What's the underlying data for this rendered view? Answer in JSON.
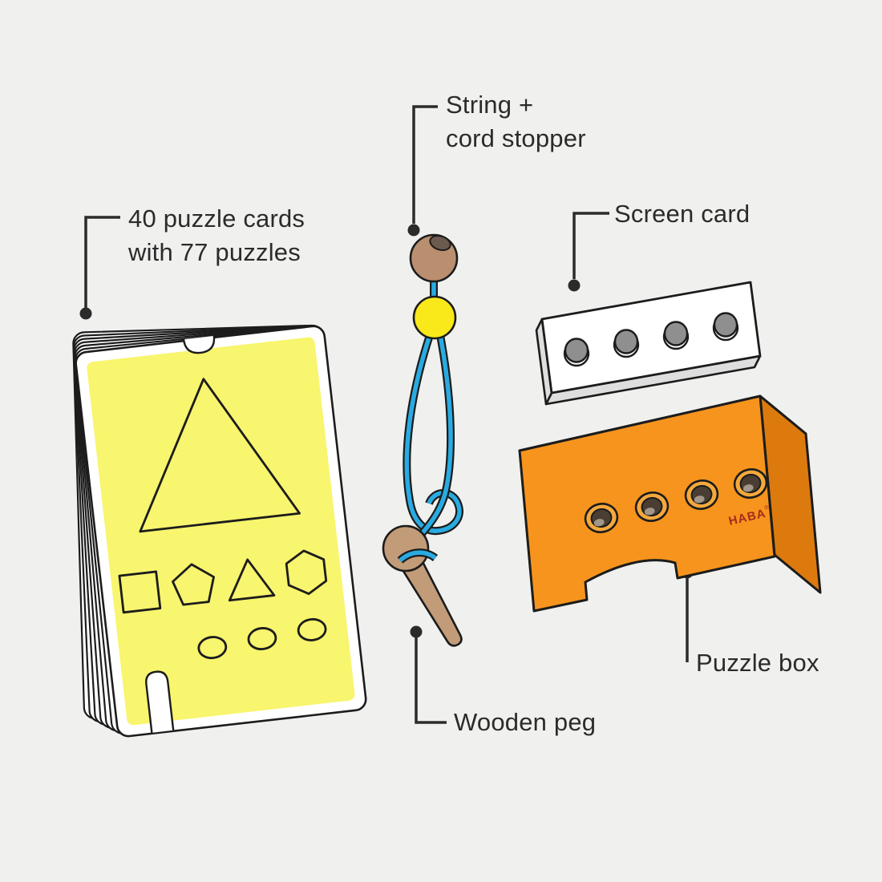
{
  "background": "#F0F0EE",
  "labels": {
    "puzzle_cards": {
      "line1": "40 puzzle cards",
      "line2": "with 77 puzzles"
    },
    "string_stopper": {
      "line1": "String +",
      "line2": "cord stopper"
    },
    "screen_card": "Screen card",
    "wooden_peg": "Wooden peg",
    "puzzle_box": "Puzzle box"
  },
  "brand": {
    "logo": "HABA",
    "registered": "®"
  },
  "colors": {
    "outline": "#1C1C1C",
    "label_text": "#2B2B2B",
    "card_yellow": "#F8F56E",
    "string_blue": "#29ABE2",
    "stopper_yellow": "#F9E81A",
    "bead_brown": "#B98F6F",
    "peg_tan": "#C29B79",
    "box_orange_front": "#F7941D",
    "box_orange_top": "#EA820D",
    "box_orange_side": "#DD7A0E",
    "box_orange_inner": "#FB9D15",
    "screen_card_white": "#FFFFFF"
  }
}
